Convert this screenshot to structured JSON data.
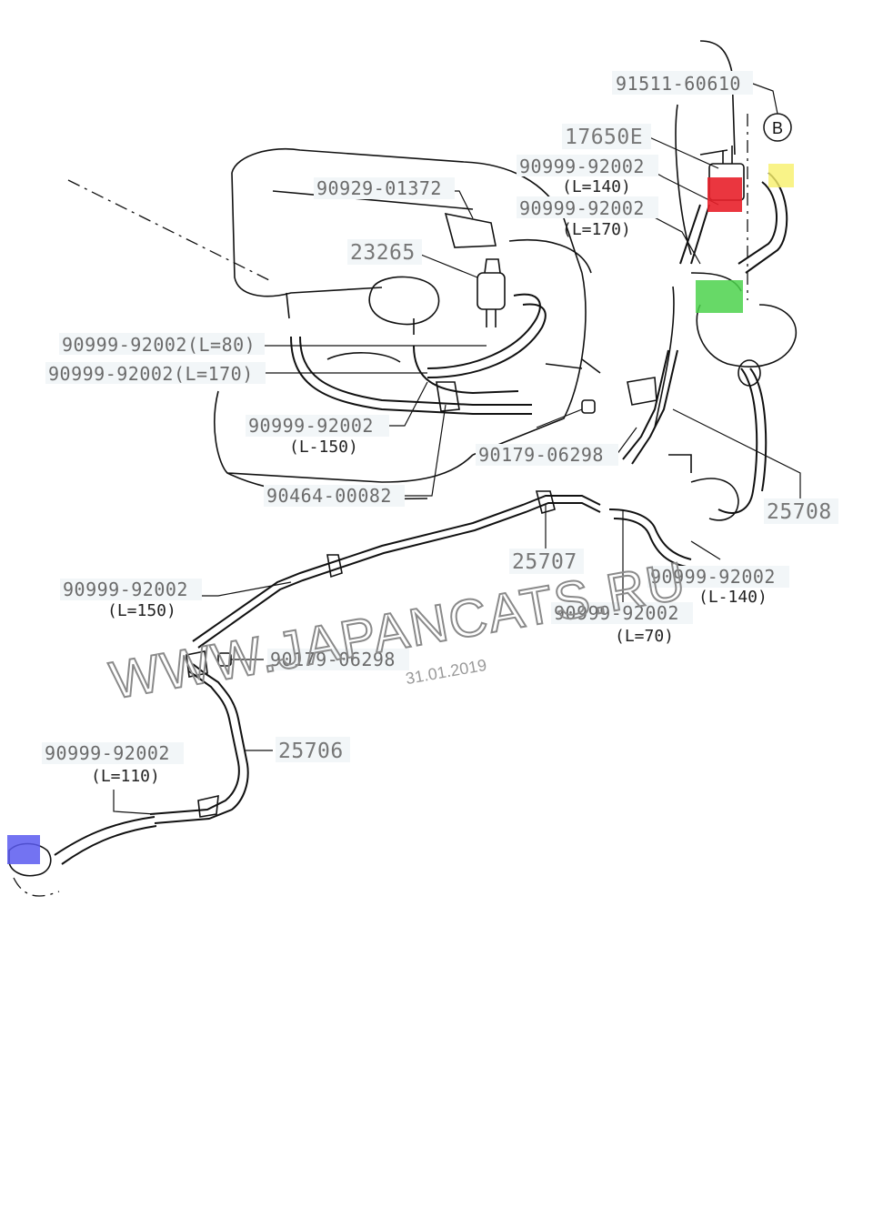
{
  "watermark": {
    "text": "WWW.JAPANCATS.RU",
    "date": "31.01.2019"
  },
  "callout": {
    "circle_letter": "B"
  },
  "parts": {
    "p91511": "91511-60610",
    "p17650": "17650E",
    "p90999_a": "90999-92002",
    "p90999_a_len": "(L=140)",
    "p90999_b": "90999-92002",
    "p90999_b_len": "(L=170)",
    "p90929": "90929-01372",
    "p23265": "23265",
    "p90999_c": "90999-92002(L=80)",
    "p90999_d": "90999-92002(L=170)",
    "p90999_e": "90999-92002",
    "p90999_e_len": "(L-150)",
    "p90179_a": "90179-06298",
    "p90464": "90464-00082",
    "p25708": "25708",
    "p25707": "25707",
    "p90999_f": "90999-92002",
    "p90999_f_len": "(L-140)",
    "p90999_g": "90999-92002",
    "p90999_g_len": "(L=70)",
    "p90999_h": "90999-92002",
    "p90999_h_len": "(L=150)",
    "p90179_b": "90179-06298",
    "p25706": "25706",
    "p90999_i": "90999-92002",
    "p90999_i_len": "(L=110)"
  },
  "highlights": {
    "yellow": "#f7f06a",
    "red": "#e8202a",
    "green": "#4cd24c",
    "blue": "#5a5af0"
  }
}
